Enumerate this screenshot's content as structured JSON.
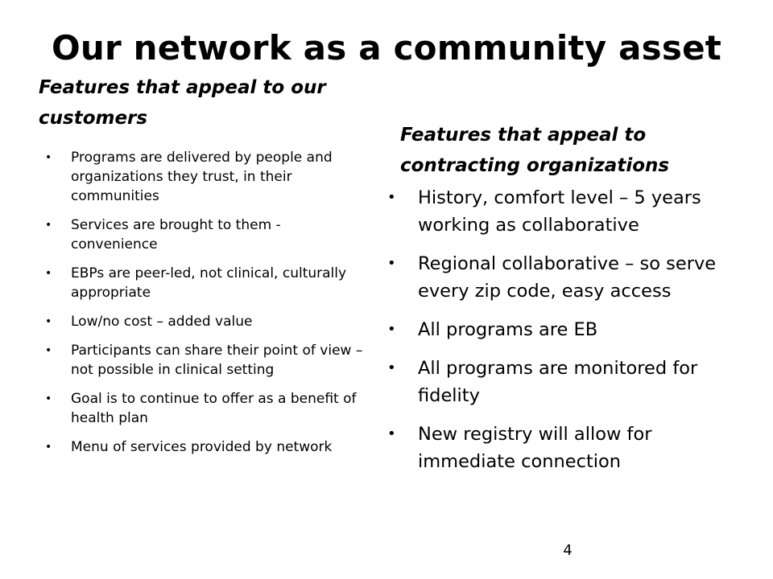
{
  "slide": {
    "title": "Our network as a community asset",
    "left_column": {
      "heading": "Features that appeal to our customers",
      "bullets": [
        "Programs are delivered by people and organizations they trust, in their communities",
        "Services are brought to them - convenience",
        "EBPs are peer-led, not clinical, culturally appropriate",
        "Low/no cost – added value",
        "Participants can share their point of view – not possible in clinical setting",
        "Goal is to continue to offer as a benefit of health plan",
        "Menu of services provided by network"
      ]
    },
    "right_column": {
      "heading": "Features that appeal to contracting organizations",
      "bullets": [
        "History, comfort level – 5 years working as collaborative",
        "Regional collaborative – so serve every zip code, easy access",
        "All programs are EB",
        "All programs are monitored for fidelity",
        "New registry will allow for immediate connection"
      ]
    },
    "bullet_glyph": "•",
    "page_number": "4"
  }
}
